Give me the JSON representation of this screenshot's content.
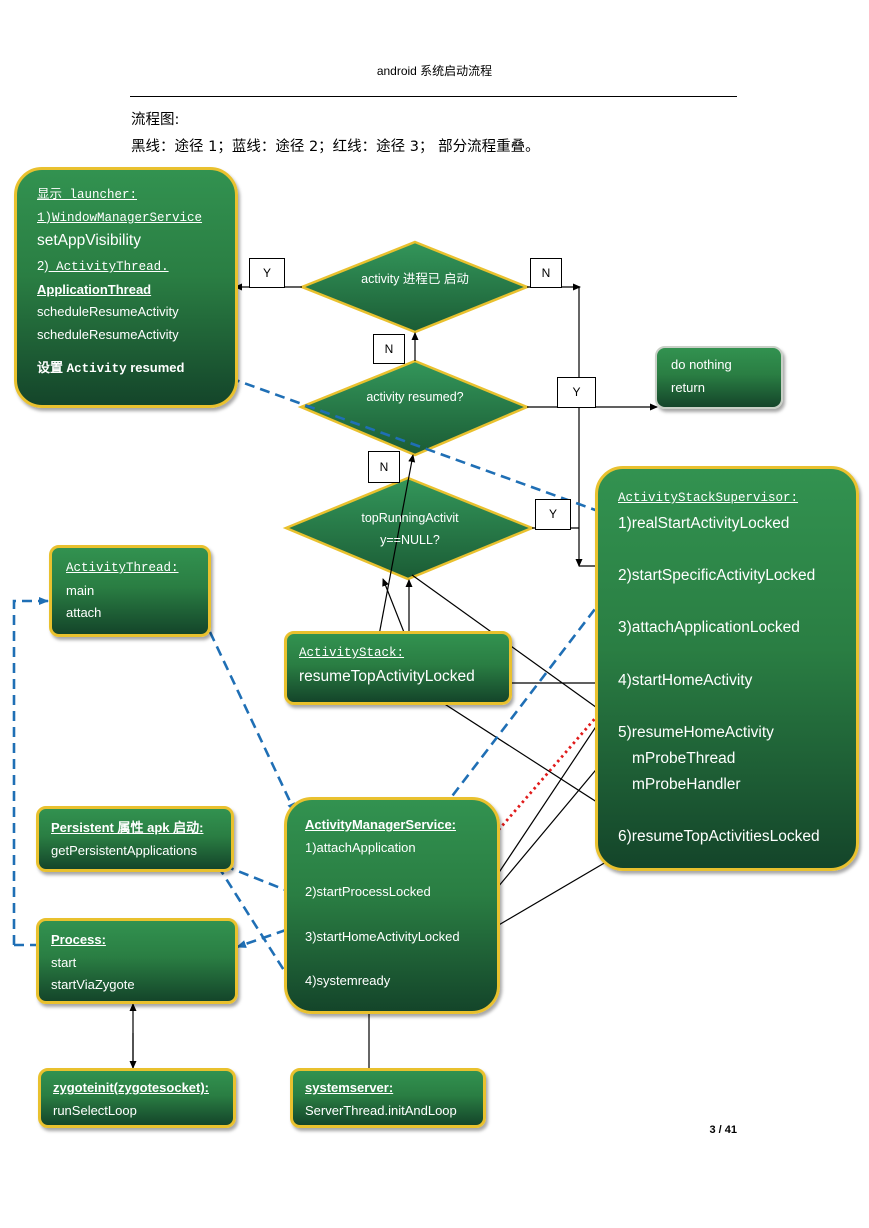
{
  "header": {
    "title": "android 系统启动流程",
    "page": "3 / 41"
  },
  "intro": {
    "line1": "流程图:",
    "line2": "黑线：途径 1；蓝线：途径 2；红线：途径 3；   部分流程重叠。"
  },
  "launcher_box": {
    "title": "显示 launcher:",
    "l1": "1)WindowManagerService",
    "l2": "setAppVisibility",
    "l3a": "2)",
    "l3b": " ActivityThread.",
    "l4": "ApplicationThread",
    "l5": "scheduleResumeActivity",
    "l6": "scheduleResumeActivity",
    "l7a": "设置 ",
    "l7b": "Activity",
    "l7c": " resumed"
  },
  "decisions": {
    "started": {
      "l1": "activity 进程已",
      "l2": "启动"
    },
    "resumed": {
      "l1": "activity",
      "l2": "resumed?"
    },
    "top_null": {
      "l1": "topRunningActivit",
      "l2": "y==NULL?"
    }
  },
  "branch_labels": {
    "y1": "Y",
    "n1": "N",
    "n2": "N",
    "y2": "Y",
    "n3": "N",
    "y3": "Y"
  },
  "do_nothing_box": {
    "l1": "do nothing",
    "l2": "return"
  },
  "supervisor_box": {
    "title": "ActivityStackSupervisor:",
    "items": [
      "1)realStartActivityLocked",
      "2)startSpecificActivityLocked",
      "3)attachApplicationLocked",
      "4)startHomeActivity",
      "5)resumeHomeActivity",
      "mProbeThread",
      "mProbeHandler",
      "6)resumeTopActivitiesLocked"
    ]
  },
  "activity_thread_box": {
    "title": "ActivityThread:",
    "l1": "main",
    "l2": "attach"
  },
  "activity_stack_box": {
    "title": "ActivityStack:",
    "l1": "resumeTopActivityLocked"
  },
  "persistent_box": {
    "title": "Persistent 属性 apk 启动:",
    "l1": "getPersistentApplications"
  },
  "ams_box": {
    "title": "ActivityManagerService:",
    "items": [
      "1)attachApplication",
      "2)startProcessLocked",
      "3)startHomeActivityLocked",
      "4)systemready"
    ]
  },
  "process_box": {
    "title": "Process:",
    "l1": "start",
    "l2": "startViaZygote"
  },
  "zygote_box": {
    "title": "zygoteinit(zygotesocket):",
    "l1": "runSelectLoop"
  },
  "systemserver_box": {
    "title": "systemserver:",
    "l1": "ServerThread.initAndLoop"
  },
  "colors": {
    "box_fill": "#2a7e43",
    "box_border": "#e9c12e",
    "blue_line": "#1f6fb5",
    "red_line": "#e01b1b"
  }
}
